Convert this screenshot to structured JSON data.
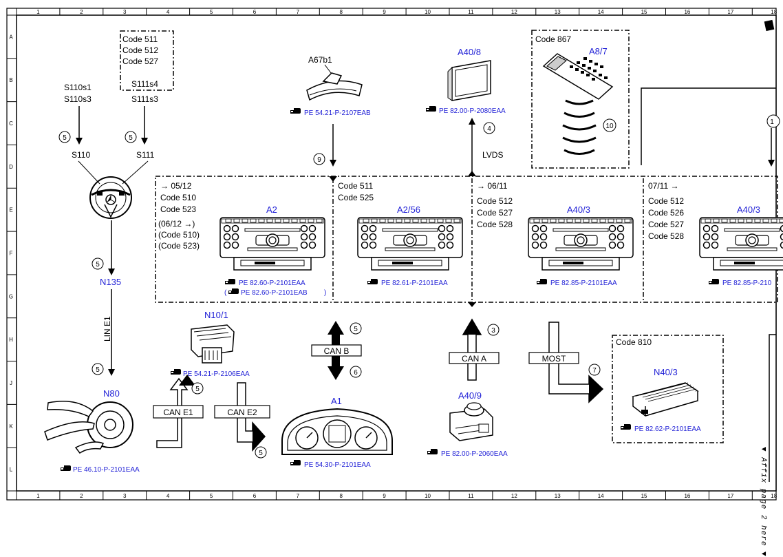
{
  "grid": {
    "columns": [
      "1",
      "2",
      "3",
      "4",
      "5",
      "6",
      "7",
      "8",
      "9",
      "10",
      "11",
      "12",
      "13",
      "14",
      "15",
      "16",
      "17",
      "18"
    ],
    "rows": [
      "A",
      "B",
      "C",
      "D",
      "E",
      "F",
      "G",
      "H",
      "J",
      "K",
      "L"
    ]
  },
  "components": {
    "S110s1": "S110s1",
    "S110s3": "S110s3",
    "S111s3": "S111s3",
    "S111s4": "S111s4",
    "S110": "S110",
    "S111": "S111",
    "N135": "N135",
    "N80": "N80",
    "N10_1": "N10/1",
    "A67b1": "A67b1",
    "A40_8": "A40/8",
    "A8_7": "A8/7",
    "A2": "A2",
    "A2_56": "A2/56",
    "A40_3a": "A40/3",
    "A40_3b": "A40/3",
    "A1": "A1",
    "A40_9": "A40/9",
    "N40_3": "N40/3"
  },
  "codes": {
    "top_box": [
      "Code 511",
      "Code 512",
      "Code 527"
    ],
    "remote": "Code 867",
    "amp": "Code 810",
    "a2_lines": [
      "→ 05/12",
      "Code 510",
      "Code 523",
      "(06/12 →)",
      "(Code 510)",
      "(Code 523)"
    ],
    "a256_lines": [
      "Code 511",
      "Code 525"
    ],
    "a403a_lines": [
      "→ 06/11",
      "Code 512",
      "Code 527",
      "Code 528"
    ],
    "a403b_lines": [
      "07/11 →",
      "Code 512",
      "Code 526",
      "Code 527",
      "Code 528"
    ]
  },
  "refs": {
    "a67b1": "PE 54.21-P-2107EAB",
    "a40_8": "PE 82.00-P-2080EAA",
    "a2": "PE 82.60-P-2101EAA",
    "a2_alt": "PE 82.60-P-2101EAB",
    "a2_56": "PE 82.61-P-2101EAA",
    "a40_3a": "PE 82.85-P-2101EAA",
    "a40_3b": "PE 82.85-P-210",
    "n10_1": "PE 54.21-P-2106EAA",
    "n80": "PE 46.10-P-2101EAA",
    "a1": "PE 54.30-P-2101EAA",
    "a40_9": "PE 82.00-P-2060EAA",
    "n40_3": "PE 82.62-P-2101EAA"
  },
  "buses": {
    "lvds": "LVDS",
    "lin": "LIN E1",
    "can_e1": "CAN E1",
    "can_e2": "CAN E2",
    "can_b": "CAN B",
    "can_a": "CAN A",
    "most": "MOST"
  },
  "callouts": {
    "c1": "1",
    "c3": "3",
    "c4": "4",
    "c5": "5",
    "c6": "6",
    "c7": "7",
    "c9": "9",
    "c10": "10"
  },
  "side_note": "▼ Affix page 2 here ▼"
}
